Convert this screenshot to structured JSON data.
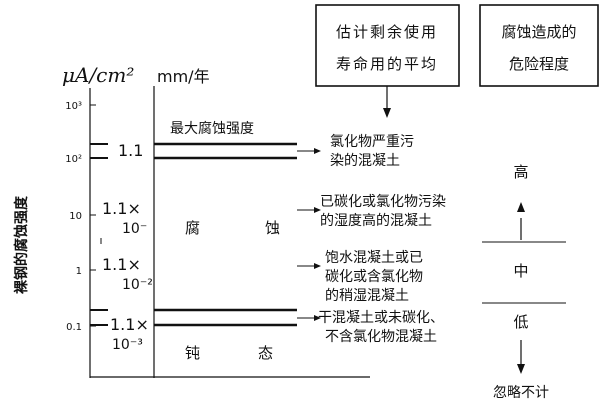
{
  "header_boxes": [
    {
      "lines": [
        "估计剩余使用",
        "寿命用的平均"
      ]
    },
    {
      "lines": [
        "腐蚀造成的",
        "危险程度"
      ]
    }
  ],
  "units": {
    "left": "μA/cm²",
    "right": "mm/年"
  },
  "y_axis_label": "裸钢的腐蚀强度",
  "y_ticks": [
    "10³",
    "10²",
    "10",
    "1",
    "0.1"
  ],
  "rate_labels": [
    {
      "lines": [
        "1.1"
      ]
    },
    {
      "lines": [
        "1.1×",
        "10⁻"
      ]
    },
    {
      "lines": [
        "1.1×",
        "10⁻²"
      ]
    },
    {
      "lines": [
        "1.1×",
        "10⁻³"
      ]
    }
  ],
  "max_corrosion": "最大腐蚀强度",
  "zones": {
    "corrosion": [
      "腐",
      "蚀"
    ],
    "passive": [
      "钝",
      "态"
    ]
  },
  "conditions": [
    {
      "lines": [
        "氯化物严重污",
        "染的混凝土"
      ]
    },
    {
      "lines": [
        "已碳化或氯化物污染",
        "的湿度高的混凝土"
      ]
    },
    {
      "lines": [
        "饱水混凝土或已",
        "碳化或含氯化物",
        "的稍湿混凝土"
      ]
    },
    {
      "lines": [
        "干混凝土或未碳化、",
        "不含氯化物混凝土"
      ]
    }
  ],
  "danger_levels": [
    "高",
    "中",
    "低",
    "忽略不计"
  ],
  "colors": {
    "ink": "#111111",
    "background": "#ffffff"
  }
}
